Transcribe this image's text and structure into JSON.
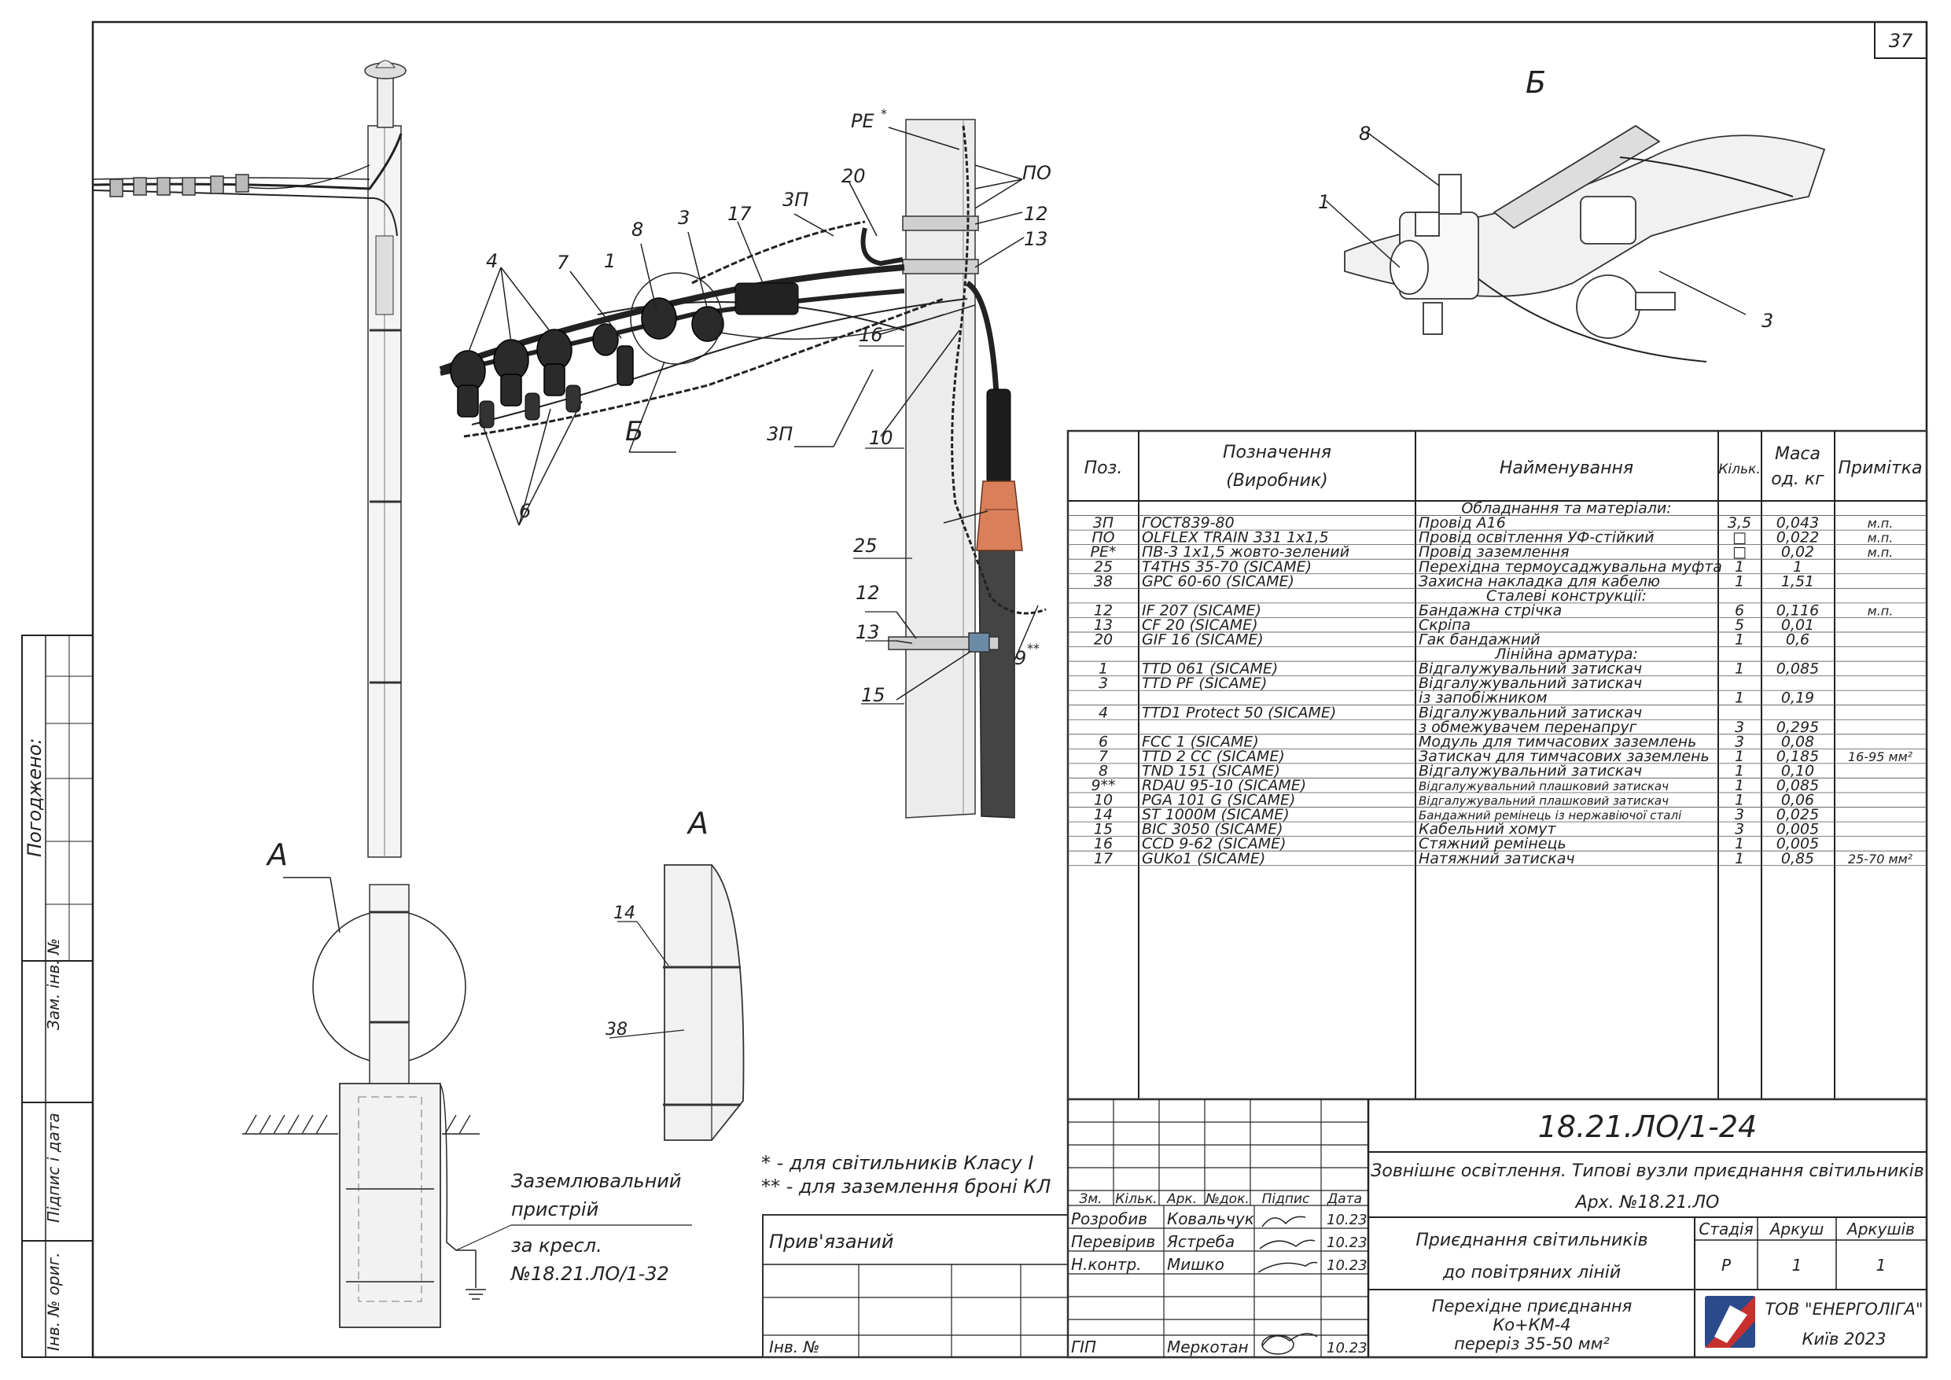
{
  "sheet": {
    "page_number": "37",
    "view_label_a": "А",
    "view_label_b": "Б"
  },
  "side_stamp": [
    "Погоджено:",
    "Зам. інв. №",
    "Підпис і дата",
    "Інв. № ориг."
  ],
  "callouts": {
    "pole": [
      "А"
    ],
    "main": [
      "PE",
      "*",
      "ПО",
      "20",
      "3П",
      "17",
      "3",
      "8",
      "1",
      "4",
      "7",
      "12",
      "13",
      "16",
      "10",
      "3П",
      "Б",
      "6",
      "25",
      "12",
      "13",
      "15",
      "9",
      "**"
    ],
    "detail_b": [
      "8",
      "1",
      "3"
    ],
    "detail_a": [
      "14",
      "38"
    ]
  },
  "grounding_note": [
    "Заземлювальний",
    "пристрій",
    "за кресл.",
    "№18.21.ЛО/1-32"
  ],
  "footnotes": [
    "* - для світильників Класу І",
    "** - для заземлення броні КЛ"
  ],
  "spec_table": {
    "headers": [
      "Поз.",
      "Позначення",
      "(Виробник)",
      "Найменування",
      "Кільк.",
      "Маса",
      "од. кг",
      "Примітка"
    ],
    "rows": [
      {
        "pos": "",
        "code": "",
        "name": "Обладнання та матеріали:",
        "qty": "",
        "mass": "",
        "note": "",
        "section": true
      },
      {
        "pos": "3П",
        "code": "ГОСТ839-80",
        "name": "Провід А16",
        "qty": "3,5",
        "mass": "0,043",
        "note": "м.п."
      },
      {
        "pos": "ПО",
        "code": "OLFLEX TRAIN 331 1x1,5",
        "name": "Провід освітлення УФ-стійкий",
        "qty": "□",
        "mass": "0,022",
        "note": "м.п."
      },
      {
        "pos": "PE*",
        "code": "ПВ-3 1x1,5 жовто-зелений",
        "name": "Провід заземлення",
        "qty": "□",
        "mass": "0,02",
        "note": "м.п."
      },
      {
        "pos": "25",
        "code": "T4THS 35-70 (SICAME)",
        "name": "Перехідна термоусаджувальна муфта",
        "qty": "1",
        "mass": "1",
        "note": ""
      },
      {
        "pos": "38",
        "code": "GPC 60-60 (SICAME)",
        "name": "Захисна накладка для кабелю",
        "qty": "1",
        "mass": "1,51",
        "note": ""
      },
      {
        "pos": "",
        "code": "",
        "name": "Сталеві конструкції:",
        "qty": "",
        "mass": "",
        "note": "",
        "section": true
      },
      {
        "pos": "12",
        "code": "IF 207 (SICAME)",
        "name": "Бандажна стрічка",
        "qty": "6",
        "mass": "0,116",
        "note": "м.п."
      },
      {
        "pos": "13",
        "code": "CF 20 (SICAME)",
        "name": "Скріпа",
        "qty": "5",
        "mass": "0,01",
        "note": ""
      },
      {
        "pos": "20",
        "code": "GIF 16 (SICAME)",
        "name": "Гак бандажний",
        "qty": "1",
        "mass": "0,6",
        "note": ""
      },
      {
        "pos": "",
        "code": "",
        "name": "Лінійна арматура:",
        "qty": "",
        "mass": "",
        "note": "",
        "section": true
      },
      {
        "pos": "1",
        "code": "TTD 061 (SICAME)",
        "name": "Відгалужувальний затискач",
        "qty": "1",
        "mass": "0,085",
        "note": ""
      },
      {
        "pos": "3",
        "code": "TTD PF (SICAME)",
        "name": "Відгалужувальний затискач",
        "qty": "",
        "mass": "",
        "note": ""
      },
      {
        "pos": "",
        "code": "",
        "name": "із запобіжником",
        "qty": "1",
        "mass": "0,19",
        "note": ""
      },
      {
        "pos": "4",
        "code": "TTD1 Protect 50 (SICAME)",
        "name": "Відгалужувальний затискач",
        "qty": "",
        "mass": "",
        "note": ""
      },
      {
        "pos": "",
        "code": "",
        "name": "з обмежувачем перенапруг",
        "qty": "3",
        "mass": "0,295",
        "note": ""
      },
      {
        "pos": "6",
        "code": "FCC 1 (SICAME)",
        "name": "Модуль для тимчасових заземлень",
        "qty": "3",
        "mass": "0,08",
        "note": ""
      },
      {
        "pos": "7",
        "code": "TTD 2 CC (SICAME)",
        "name": "Затискач для тимчасових заземлень",
        "qty": "1",
        "mass": "0,185",
        "note": "16-95 мм²"
      },
      {
        "pos": "8",
        "code": "TND 151 (SICAME)",
        "name": "Відгалужувальний затискач",
        "qty": "1",
        "mass": "0,10",
        "note": ""
      },
      {
        "pos": "9**",
        "code": "RDAU 95-10 (SICAME)",
        "name": "Відгалужувальний плашковий затискач",
        "qty": "1",
        "mass": "0,085",
        "note": ""
      },
      {
        "pos": "10",
        "code": "PGA 101 G (SICAME)",
        "name": "Відгалужувальний плашковий затискач",
        "qty": "1",
        "mass": "0,06",
        "note": ""
      },
      {
        "pos": "14",
        "code": "ST 1000M (SICAME)",
        "name": "Бандажний ремінець із нержавіючої сталі",
        "qty": "3",
        "mass": "0,025",
        "note": ""
      },
      {
        "pos": "15",
        "code": "BIC 3050 (SICAME)",
        "name": "Кабельний хомут",
        "qty": "3",
        "mass": "0,005",
        "note": ""
      },
      {
        "pos": "16",
        "code": "CCD 9-62 (SICAME)",
        "name": "Стяжний ремінець",
        "qty": "1",
        "mass": "0,005",
        "note": ""
      },
      {
        "pos": "17",
        "code": "GUKo1 (SICAME)",
        "name": "Натяжний затискач",
        "qty": "1",
        "mass": "0,85",
        "note": "25-70 мм²"
      }
    ]
  },
  "title_block": {
    "doc_number": "18.21.ЛО/1-24",
    "project_title": "Зовнішнє освітлення. Типові вузли приєднання світильників",
    "archive": "Арх. №18.21.ЛО",
    "attached_label": "Прив'язаний",
    "inv_label": "Інв. №",
    "revision_headers": [
      "Зм.",
      "Кільк.",
      "Арк.",
      "№док.",
      "Підпис",
      "Дата"
    ],
    "signatures": [
      {
        "role": "Розробив",
        "name": "Ковальчук",
        "date": "10.23"
      },
      {
        "role": "Перевірив",
        "name": "Ястреба",
        "date": "10.23"
      },
      {
        "role": "Н.контр.",
        "name": "Мишко",
        "date": "10.23"
      },
      {
        "role": "ГІП",
        "name": "Меркотан",
        "date": "10.23"
      }
    ],
    "sheet_title": [
      "Приєднання світильників",
      "до повітряних ліній"
    ],
    "stage_headers": [
      "Стадія",
      "Аркуш",
      "Аркушів"
    ],
    "stage_values": [
      "Р",
      "1",
      "1"
    ],
    "drawing_name": [
      "Перехідне приєднання",
      "Ко+КМ-4",
      "переріз 35-50 мм²"
    ],
    "company": "ТОВ \"ЕНЕРГОЛІГА\"",
    "city_year": "Київ 2023",
    "colors": {
      "logo_blue": "#2b4a8b",
      "logo_red": "#c8302e",
      "sleeve": "#d9805a"
    }
  }
}
